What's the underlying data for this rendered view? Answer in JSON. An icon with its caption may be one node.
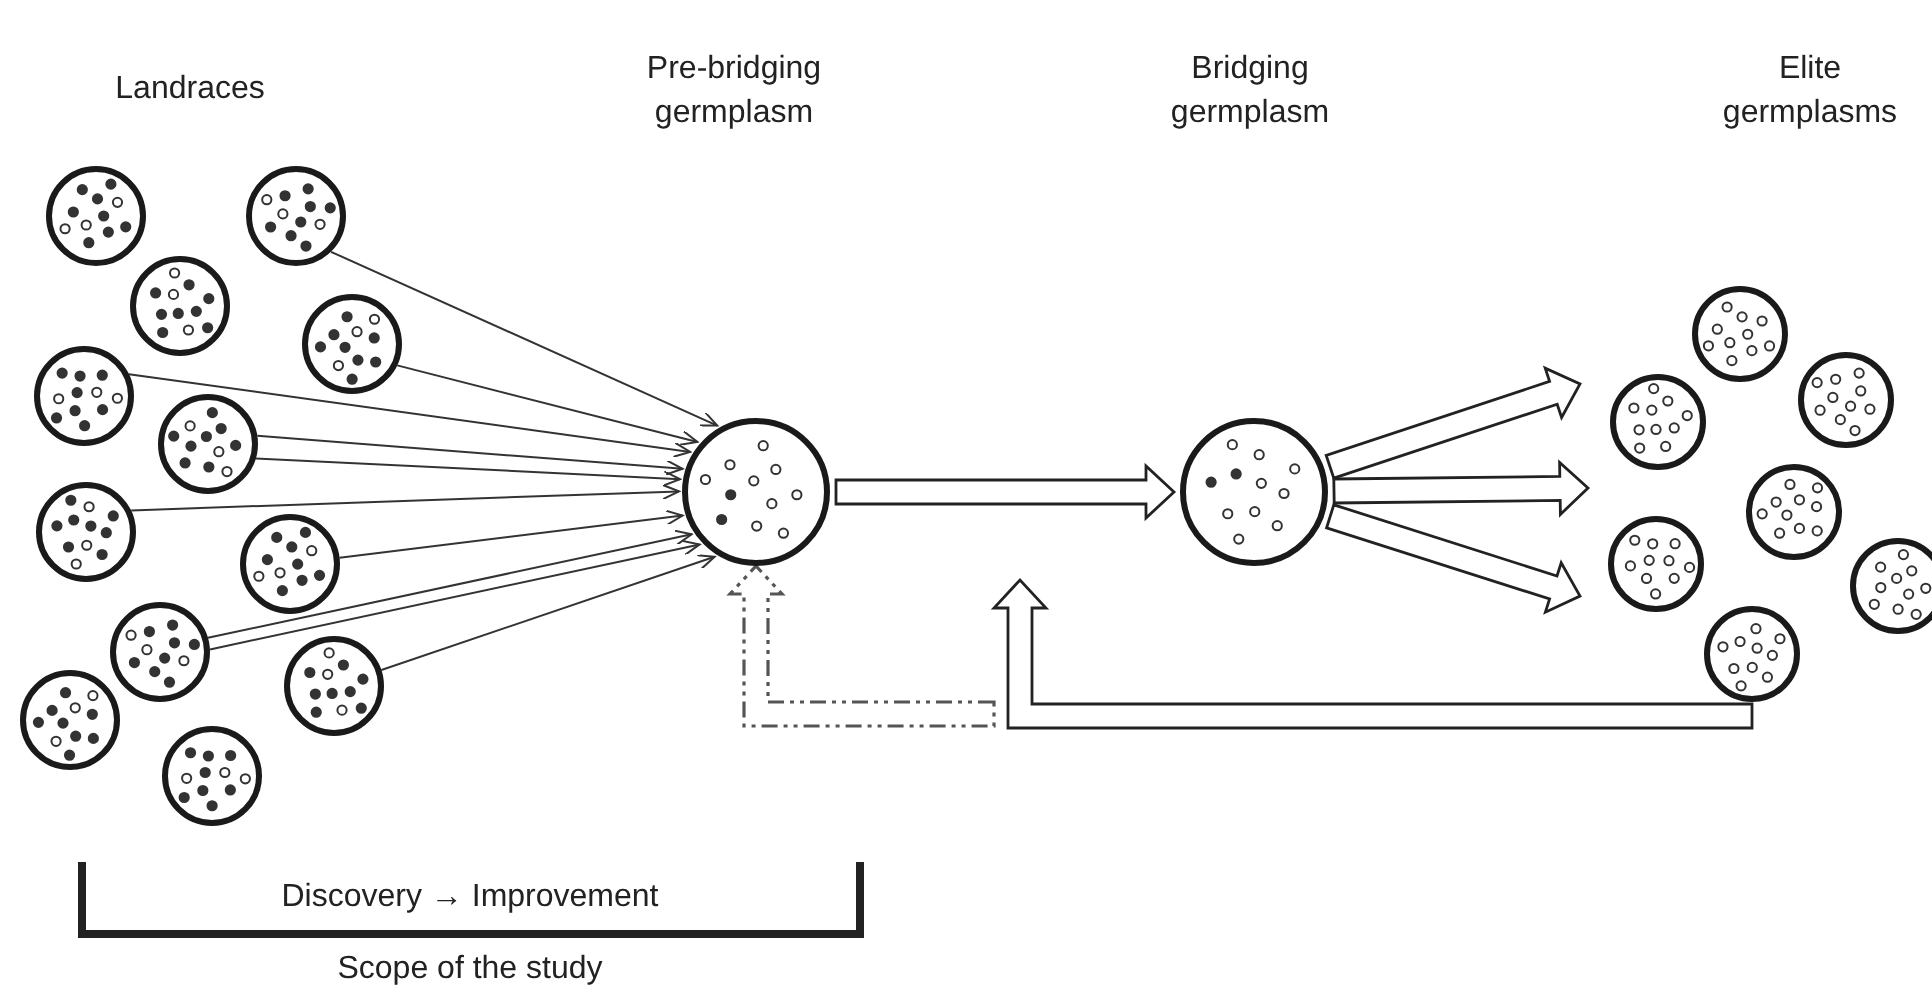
{
  "diagram": {
    "nodes": [
      {
        "text": [],
        "shape": "circle"
      },
      {
        "text": [],
        "shape": "circle"
      },
      {
        "text": [],
        "shape": "circle"
      },
      {
        "text": [],
        "shape": "circle"
      },
      {
        "text": [],
        "shape": "circle"
      },
      {
        "text": [],
        "shape": "circle"
      },
      {
        "text": [],
        "shape": "circle"
      },
      {
        "text": [],
        "shape": "circle"
      },
      {
        "text": [],
        "shape": "circle"
      },
      {
        "text": [],
        "shape": "circle"
      },
      {
        "text": [],
        "shape": "circle"
      },
      {
        "text": [],
        "shape": "circle"
      },
      {
        "text": [],
        "shape": "circle"
      },
      {
        "text": [],
        "shape": "circle"
      },
      {
        "text": [],
        "shape": "circle"
      },
      {
        "text": [],
        "shape": "circle"
      },
      {
        "text": [],
        "shape": "circle"
      },
      {
        "text": [],
        "shape": "circle"
      },
      {
        "text": [],
        "shape": "circle"
      },
      {
        "text": [],
        "shape": "circle"
      },
      {
        "text": [],
        "shape": "circle"
      }
    ],
    "edges": [
      {
        "from": 1,
        "to": 12,
        "arrow": "to"
      },
      {
        "from": 3,
        "to": 12,
        "arrow": "to"
      },
      {
        "from": 4,
        "to": 12,
        "arrow": "to"
      },
      {
        "from": 5,
        "to": 12,
        "arrow": "to"
      },
      {
        "from": 5,
        "to": 12,
        "arrow": "to"
      },
      {
        "from": 6,
        "to": 12,
        "arrow": "to"
      },
      {
        "from": 7,
        "to": 12,
        "arrow": "to"
      },
      {
        "from": 8,
        "to": 12,
        "arrow": "to"
      },
      {
        "from": 8,
        "to": 12,
        "arrow": "to"
      },
      {
        "from": 9,
        "to": 12,
        "arrow": "to"
      },
      {
        "from": 12,
        "to": 13,
        "arrow": "to",
        "style": "thick"
      },
      {
        "from": 13,
        "to": null,
        "arrow": "to",
        "style": "thick"
      },
      {
        "from": 13,
        "to": null,
        "arrow": "to",
        "style": "thick"
      },
      {
        "from": 13,
        "to": null,
        "arrow": "to",
        "style": "thick"
      },
      {
        "from": 20,
        "to": null,
        "arrow": "to",
        "style": "thick"
      },
      {
        "from": null,
        "to": 12,
        "arrow": "to",
        "style": "dashed"
      }
    ],
    "labels": [
      "Landraces",
      "Pre-bridging germplasm",
      "Bridging germplasm",
      "Elite germplasms",
      "Discovery → Improvement",
      "Scope of the study"
    ]
  }
}
